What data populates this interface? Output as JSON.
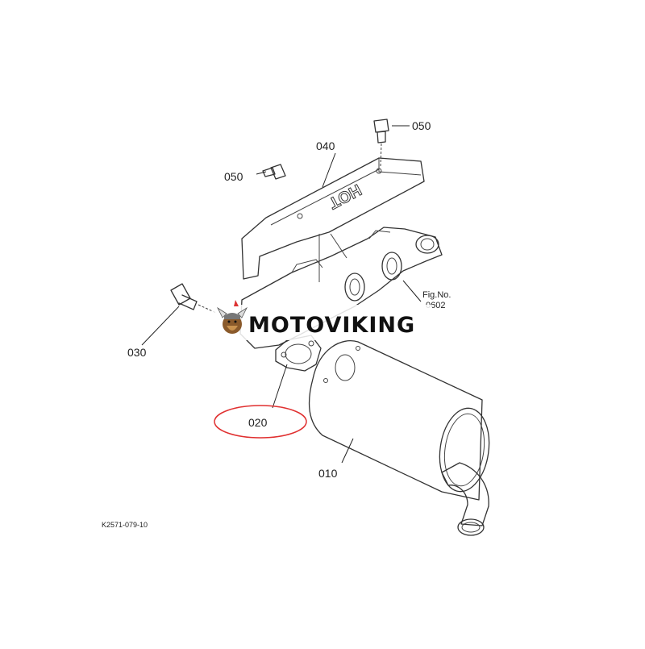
{
  "callouts": {
    "p050_top": "050",
    "p040": "040",
    "p050_left": "050",
    "p030": "030",
    "p020": "020",
    "p010": "010"
  },
  "figure_ref": {
    "line1": "Fig.No.",
    "line2": "0602"
  },
  "heat_shield_text": "HOT",
  "watermark": {
    "brand": "MOTOVIKING"
  },
  "drawing_code": "K2571-079-10",
  "colors": {
    "highlight_ellipse": "#e03030",
    "line": "#333333",
    "watermark_band": "#ffffff"
  }
}
